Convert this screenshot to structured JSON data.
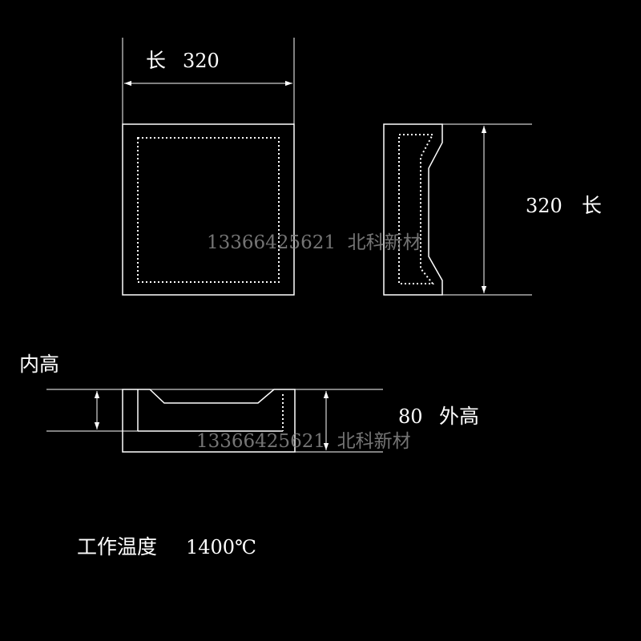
{
  "top_view": {
    "length_char": "长",
    "length_value": "320"
  },
  "side_view": {
    "length_value": "320",
    "length_char": "长"
  },
  "front_view": {
    "inner_height_label": "内高",
    "outer_height_value": "80",
    "outer_height_label": "外高"
  },
  "working_temp": {
    "label": "工作温度",
    "value": "1400℃"
  },
  "watermarks": [
    "13366425621  北科新材",
    "13366425621  北科新材"
  ],
  "colors": {
    "background": "#000000",
    "lines": "#ffffff",
    "watermark": "#8a8a8a"
  }
}
